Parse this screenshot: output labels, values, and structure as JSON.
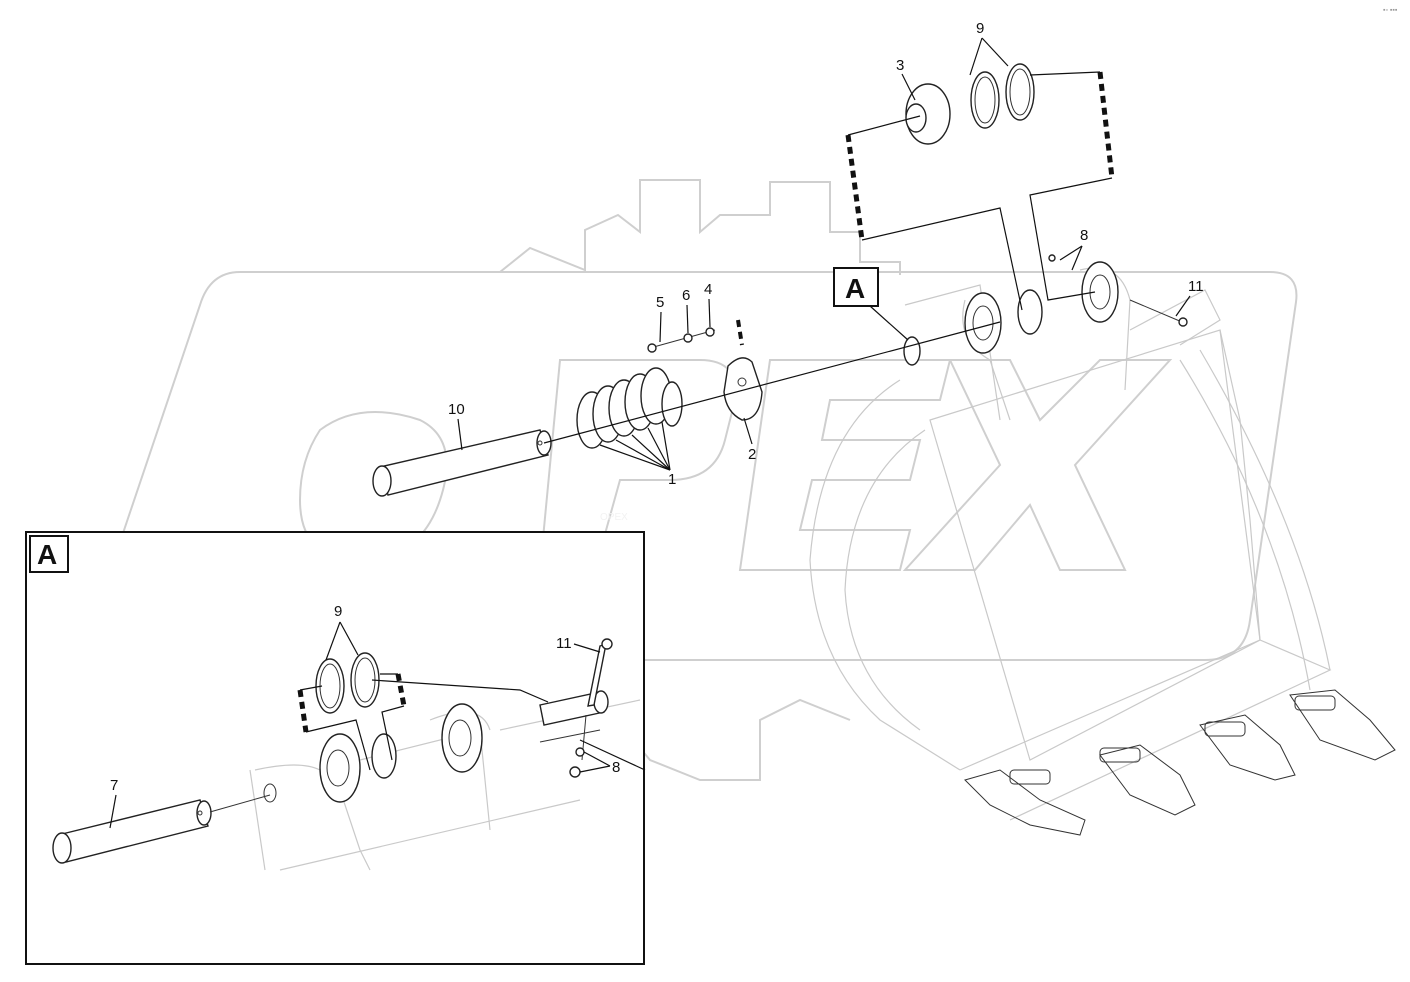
{
  "corner_mark": "▪▫ ▪▪▪",
  "watermark_text": "OPEX",
  "detail_tag_main": "A",
  "detail_box_label": "A",
  "callouts_main": {
    "c1": "1",
    "c2": "2",
    "c3": "3",
    "c4": "4",
    "c5": "5",
    "c6": "6",
    "c8": "8",
    "c9": "9",
    "c10": "10",
    "c11": "11"
  },
  "callouts_detail": {
    "c7": "7",
    "c8": "8",
    "c9": "9",
    "c11": "11"
  }
}
